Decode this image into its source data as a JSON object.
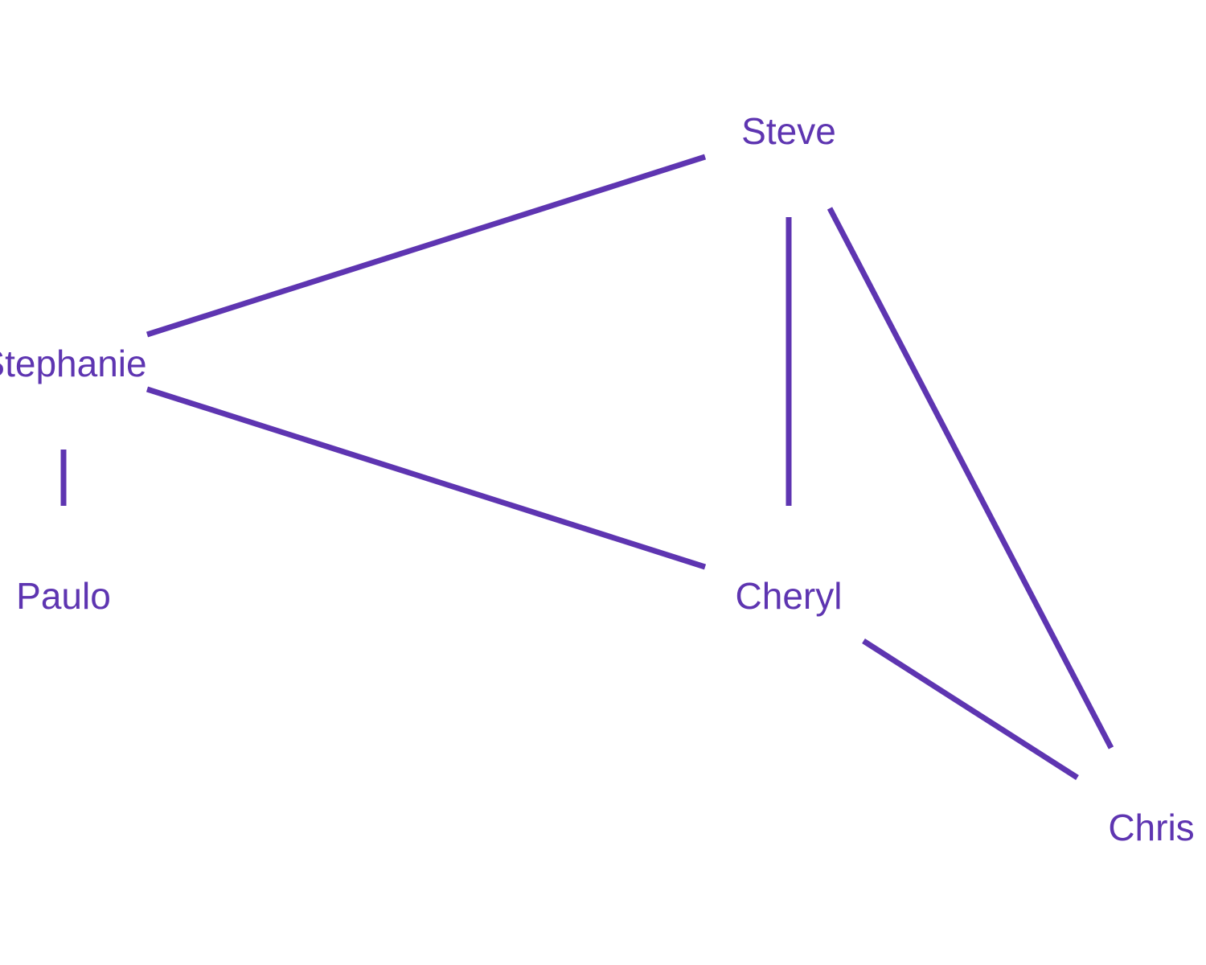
{
  "style": {
    "color": "#5e35b1"
  },
  "nodes": [
    {
      "id": "steve",
      "label": "Steve"
    },
    {
      "id": "stephanie",
      "label": "Stephanie"
    },
    {
      "id": "paulo",
      "label": "Paulo"
    },
    {
      "id": "cheryl",
      "label": "Cheryl"
    },
    {
      "id": "chris",
      "label": "Chris"
    }
  ],
  "edges": [
    {
      "source": "stephanie",
      "target": "steve"
    },
    {
      "source": "stephanie",
      "target": "cheryl"
    },
    {
      "source": "stephanie",
      "target": "paulo"
    },
    {
      "source": "steve",
      "target": "cheryl"
    },
    {
      "source": "steve",
      "target": "chris"
    },
    {
      "source": "cheryl",
      "target": "chris"
    }
  ]
}
